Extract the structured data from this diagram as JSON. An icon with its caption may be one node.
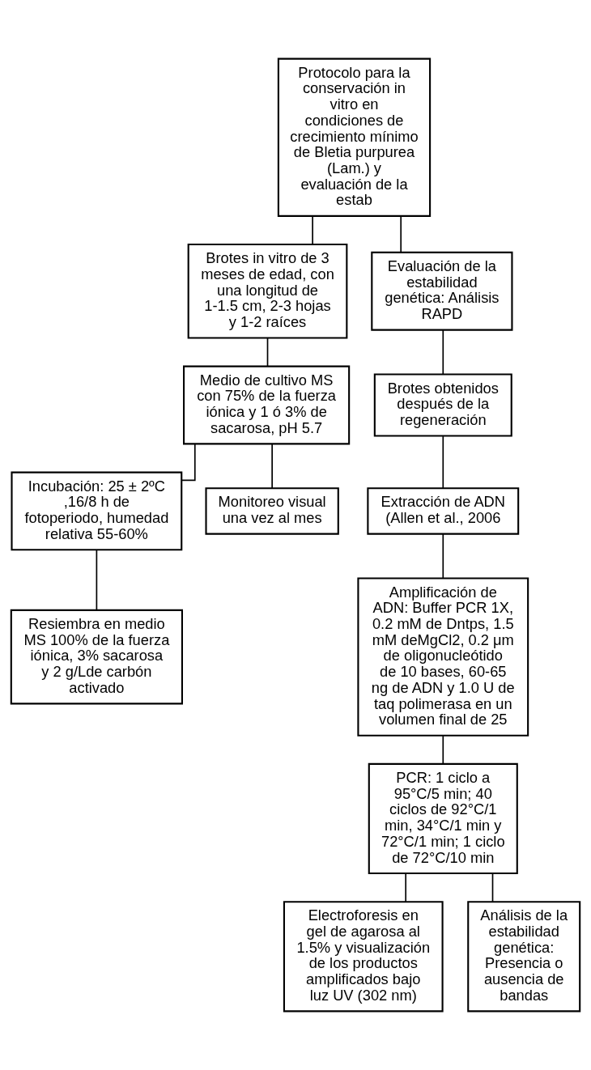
{
  "diagram": {
    "nodes": [
      {
        "text": [
          "Protocolo para la conservación in vitro en condiciones de crecimiento mínimo de Bletia purpurea (Lam.) y evaluación de la estab"
        ]
      },
      {
        "text": [
          "Brotes in vitro de 3 meses de edad, con una longitud de 1-1.5 cm, 2-3 hojas y 1-2 raíces"
        ]
      },
      {
        "text": [
          "Evaluación de la estabilidad genética: Análisis RAPD"
        ]
      },
      {
        "text": [
          "Medio de cultivo MS con 75% de la fuerza iónica y 1 ó 3% de sacarosa, pH 5.7"
        ]
      },
      {
        "text": [
          "Brotes obtenidos después de la regeneración"
        ]
      },
      {
        "text": [
          "Incubación: 25 ± 2ºC ,16/8 h de fotoperiodo, humedad relativa 55-60%"
        ]
      },
      {
        "text": [
          "Monitoreo visual una vez al mes"
        ]
      },
      {
        "text": [
          "Extracción de ADN (Allen et al., 2006"
        ]
      },
      {
        "text": [
          "Resiembra en medio MS 100% de la fuerza iónica, 3% sacarosa y 2 g/Lde carbón activado"
        ]
      },
      {
        "text": [
          "Amplificación de ADN: Buffer PCR 1X, 0.2 mM de Dntps, 1.5 mM deMgCl2, 0.2 μm de oligonucleótido de 10 bases, 60-65 ng de ADN y 1.0 U de taq polimerasa en un volumen final de 25"
        ]
      },
      {
        "text": [
          "PCR: 1 ciclo a 95°C/5 min; 40 ciclos de 92°C/1 min, 34°C/1 min y 72°C/1 min; 1 ciclo de 72°C/10 min"
        ]
      },
      {
        "text": [
          "Electroforesis en gel de agarosa al 1.5% y visualización de los productos amplificados bajo luz UV (302 nm)"
        ]
      },
      {
        "text": [
          "Análisis de la estabilidad genética: Presencia o ausencia de bandas"
        ]
      }
    ],
    "edges": [
      {
        "from": 0,
        "to": 1,
        "arrow": "none"
      },
      {
        "from": 0,
        "to": 2,
        "arrow": "none"
      },
      {
        "from": 1,
        "to": 3,
        "arrow": "none"
      },
      {
        "from": 3,
        "to": 5,
        "arrow": "none"
      },
      {
        "from": 3,
        "to": 6,
        "arrow": "none"
      },
      {
        "from": 5,
        "to": 8,
        "arrow": "none"
      },
      {
        "from": 2,
        "to": 4,
        "arrow": "none"
      },
      {
        "from": 4,
        "to": 7,
        "arrow": "none"
      },
      {
        "from": 7,
        "to": 9,
        "arrow": "none"
      },
      {
        "from": 9,
        "to": 10,
        "arrow": "none"
      },
      {
        "from": 10,
        "to": 11,
        "arrow": "none"
      },
      {
        "from": 10,
        "to": 12,
        "arrow": "none"
      }
    ]
  }
}
